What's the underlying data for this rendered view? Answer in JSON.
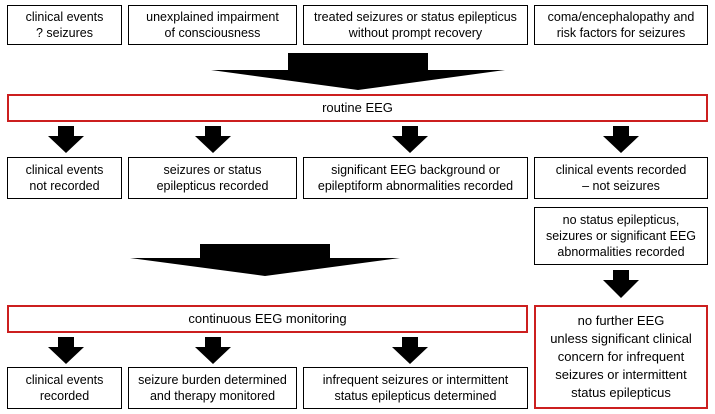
{
  "colors": {
    "box_border": "#000000",
    "highlight_border": "#cc1f1f",
    "arrow": "#000000"
  },
  "triggers": [
    "clinical events\n? seizures",
    "unexplained impairment\nof consciousness",
    "treated seizures or status epilepticus\nwithout prompt recovery",
    "coma/encephalopathy and\nrisk factors for seizures"
  ],
  "routine_eeg": "routine EEG",
  "routine_outcomes": [
    "clinical events\nnot recorded",
    "seizures or status\nepilepticus recorded",
    "significant EEG background or\nepileptiform abnormalities recorded",
    "clinical events recorded\n– not seizures"
  ],
  "no_abnormalities": "no status epilepticus,\nseizures or significant EEG\nabnormalities recorded",
  "continuous_eeg": "continuous EEG monitoring",
  "no_further_eeg": "no further EEG\nunless significant clinical\nconcern for infrequent\nseizures or intermittent\nstatus epilepticus",
  "continuous_outcomes": [
    "clinical events\nrecorded",
    "seizure burden determined\nand therapy monitored",
    "infrequent seizures or intermittent\nstatus epilepticus determined"
  ]
}
